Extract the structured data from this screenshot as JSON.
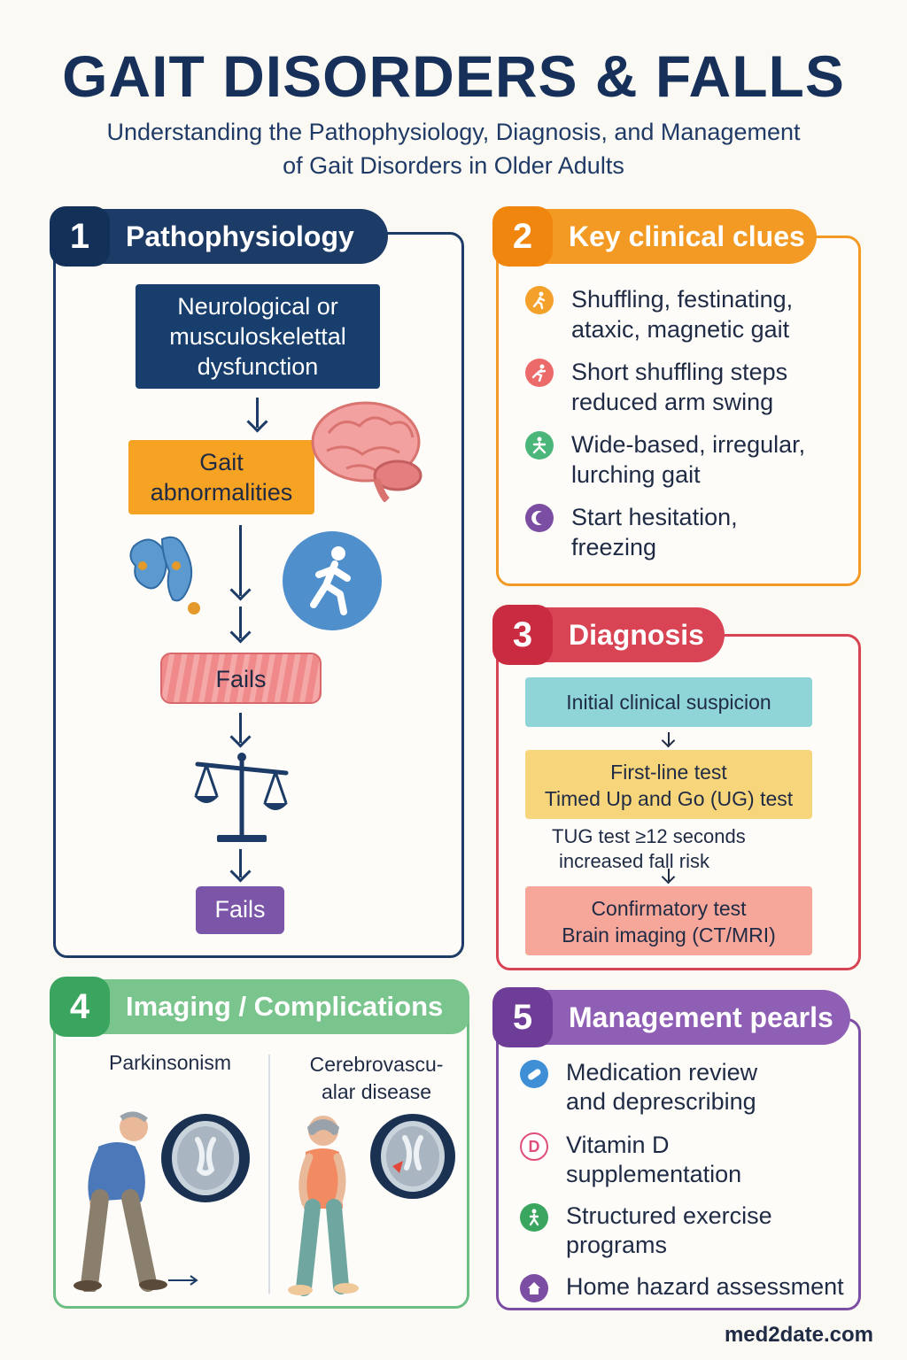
{
  "header": {
    "title": "GAIT DISORDERS & FALLS",
    "subtitle_line1": "Understanding the Pathophysiology, Diagnosis, and Management",
    "subtitle_line2": "of Gait Disorders in Older Adults"
  },
  "panel1": {
    "number": "1",
    "title": "Pathophysiology",
    "box1_line1": "Neurological or",
    "box1_line2": "musculoskelettal",
    "box1_line3": "dysfunction",
    "box2_line1": "Gait",
    "box2_line2": "abnormalities",
    "box3": "Fails",
    "box4": "Fails",
    "colors": {
      "navy": "#1c3b66",
      "orange": "#f6a223",
      "red": "#f08a8a",
      "purple": "#7a55a8"
    }
  },
  "panel2": {
    "number": "2",
    "title": "Key clinical clues",
    "items": [
      {
        "line1": "Shuffling, festinating,",
        "line2": "ataxic, magnetic gait",
        "icon": "walking-icon",
        "color": "#f4a12b"
      },
      {
        "line1": "Short shuffling steps",
        "line2": "reduced arm swing",
        "icon": "running-icon",
        "color": "#ec6a6a"
      },
      {
        "line1": "Wide-based, irregular,",
        "line2": "lurching gait",
        "icon": "stride-icon",
        "color": "#4bb67a"
      },
      {
        "line1": "Start hesitation,",
        "line2": "freezing",
        "icon": "moon-icon",
        "color": "#7c4ea3"
      }
    ]
  },
  "panel3": {
    "number": "3",
    "title": "Diagnosis",
    "step1": "Initial clinical suspicion",
    "step2_line1": "First-line test",
    "step2_line2": "Timed Up and Go (UG) test",
    "note_line1": "TUG test ≥12 seconds",
    "note_line2": "increased fall risk",
    "step3_line1": "Confirmatory test",
    "step3_line2": "Brain imaging (CT/MRI)"
  },
  "panel4": {
    "number": "4",
    "title": "Imaging / Complications",
    "left_label": "Parkinsonism",
    "right_label_line1": "Cerebrovascu-",
    "right_label_line2": "alar disease"
  },
  "panel5": {
    "number": "5",
    "title": "Management pearls",
    "items": [
      {
        "line1": "Medication review",
        "line2": "and deprescribing",
        "icon": "pill-icon",
        "color": "#3f8fd6",
        "glyph": ""
      },
      {
        "line1": "Vitamin D",
        "line2": "supplementation",
        "icon": "vitamin-d-icon",
        "color": "#e04e7a",
        "glyph": "D"
      },
      {
        "line1": "Structured exercise",
        "line2": "programs",
        "icon": "exercise-icon",
        "color": "#3aa55e",
        "glyph": ""
      },
      {
        "line1": "Home hazard assessment",
        "line2": "",
        "icon": "home-hazard-icon",
        "color": "#7c4ea3",
        "glyph": ""
      }
    ]
  },
  "footer": {
    "site": "med2date.com"
  }
}
